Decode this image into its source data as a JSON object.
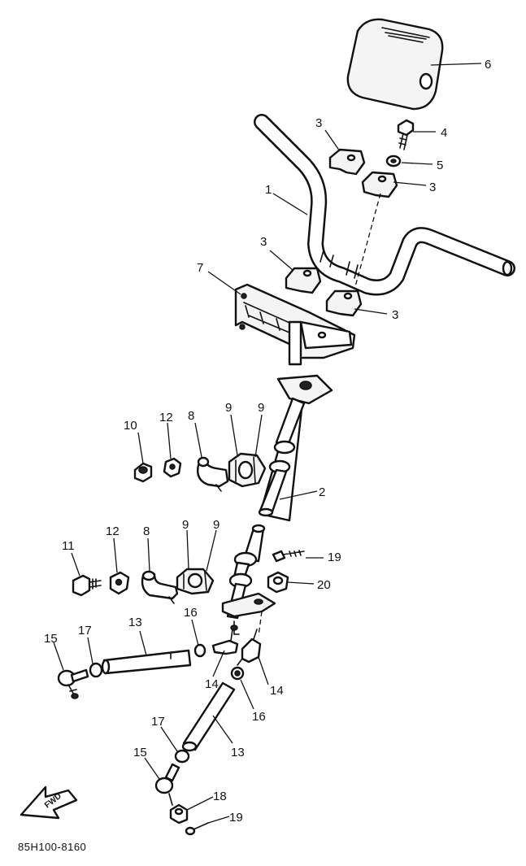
{
  "diagram": {
    "part_code": "85H100-8160",
    "forward_label": "FWD",
    "callouts": {
      "c1": "1",
      "c2": "2",
      "c3a": "3",
      "c3b": "3",
      "c3c": "3",
      "c3d": "3",
      "c4": "4",
      "c5": "5",
      "c6": "6",
      "c7": "7",
      "c8a": "8",
      "c8b": "8",
      "c9a": "9",
      "c9b": "9",
      "c9c": "9",
      "c9d": "9",
      "c10": "10",
      "c11": "11",
      "c12a": "12",
      "c12b": "12",
      "c13a": "13",
      "c13b": "13",
      "c14a": "14",
      "c14b": "14",
      "c15a": "15",
      "c15b": "15",
      "c16a": "16",
      "c16b": "16",
      "c17a": "17",
      "c17b": "17",
      "c18": "18",
      "c19a": "19",
      "c19b": "19",
      "c20": "20"
    }
  }
}
